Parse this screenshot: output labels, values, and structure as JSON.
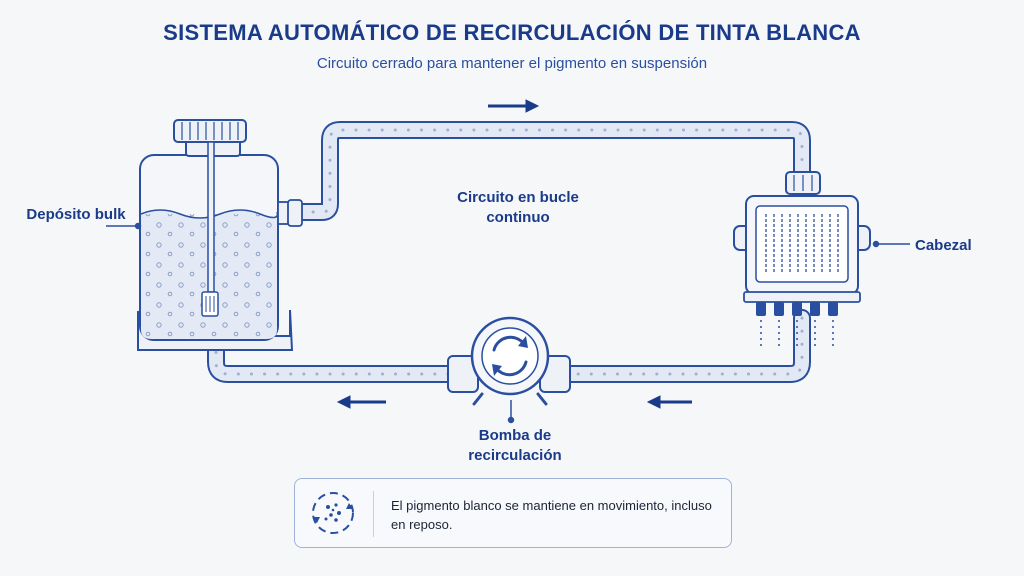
{
  "title": "SISTEMA AUTOMÁTICO DE RECIRCULACIÓN DE TINTA BLANCA",
  "subtitle": "Circuito cerrado para mantener el pigmento en suspensión",
  "labels": {
    "deposito": "Depósito bulk",
    "cabezal": "Cabezal",
    "circuito": "Circuito en bucle continuo",
    "bomba": "Bomba de recirculación"
  },
  "note": "El pigmento blanco se mantiene en movimiento, incluso en reposo.",
  "colors": {
    "primary": "#1a3a8a",
    "line": "#2a4fa0",
    "tube_fill": "#dfe6f3",
    "ink": "#e8eef8"
  },
  "icons": [
    "recirculation-arrows-icon",
    "flow-arrow-icon",
    "particles-cycle-icon"
  ]
}
